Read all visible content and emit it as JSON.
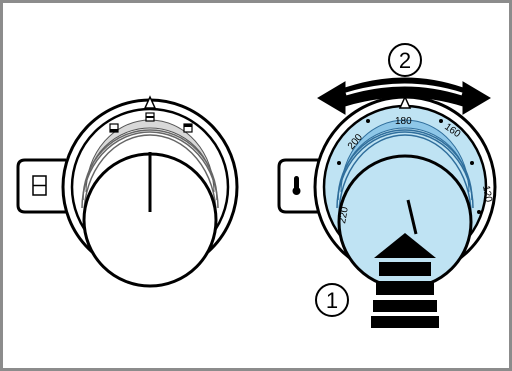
{
  "left_knob": {
    "mode_labels": [
      "",
      "",
      ""
    ],
    "side_icon": "mode-selector-icon"
  },
  "right_knob": {
    "temperature_labels": [
      "200",
      "180",
      "160",
      "220",
      "120"
    ],
    "side_icon": "thermometer-icon"
  },
  "steps": {
    "one": "1",
    "two": "2"
  },
  "colors": {
    "frame": "#8c8c8c",
    "knob_fill_highlight": "#bfe3f3",
    "knob_blue_ring": "#5aa6d6",
    "arrow": "#000000"
  }
}
